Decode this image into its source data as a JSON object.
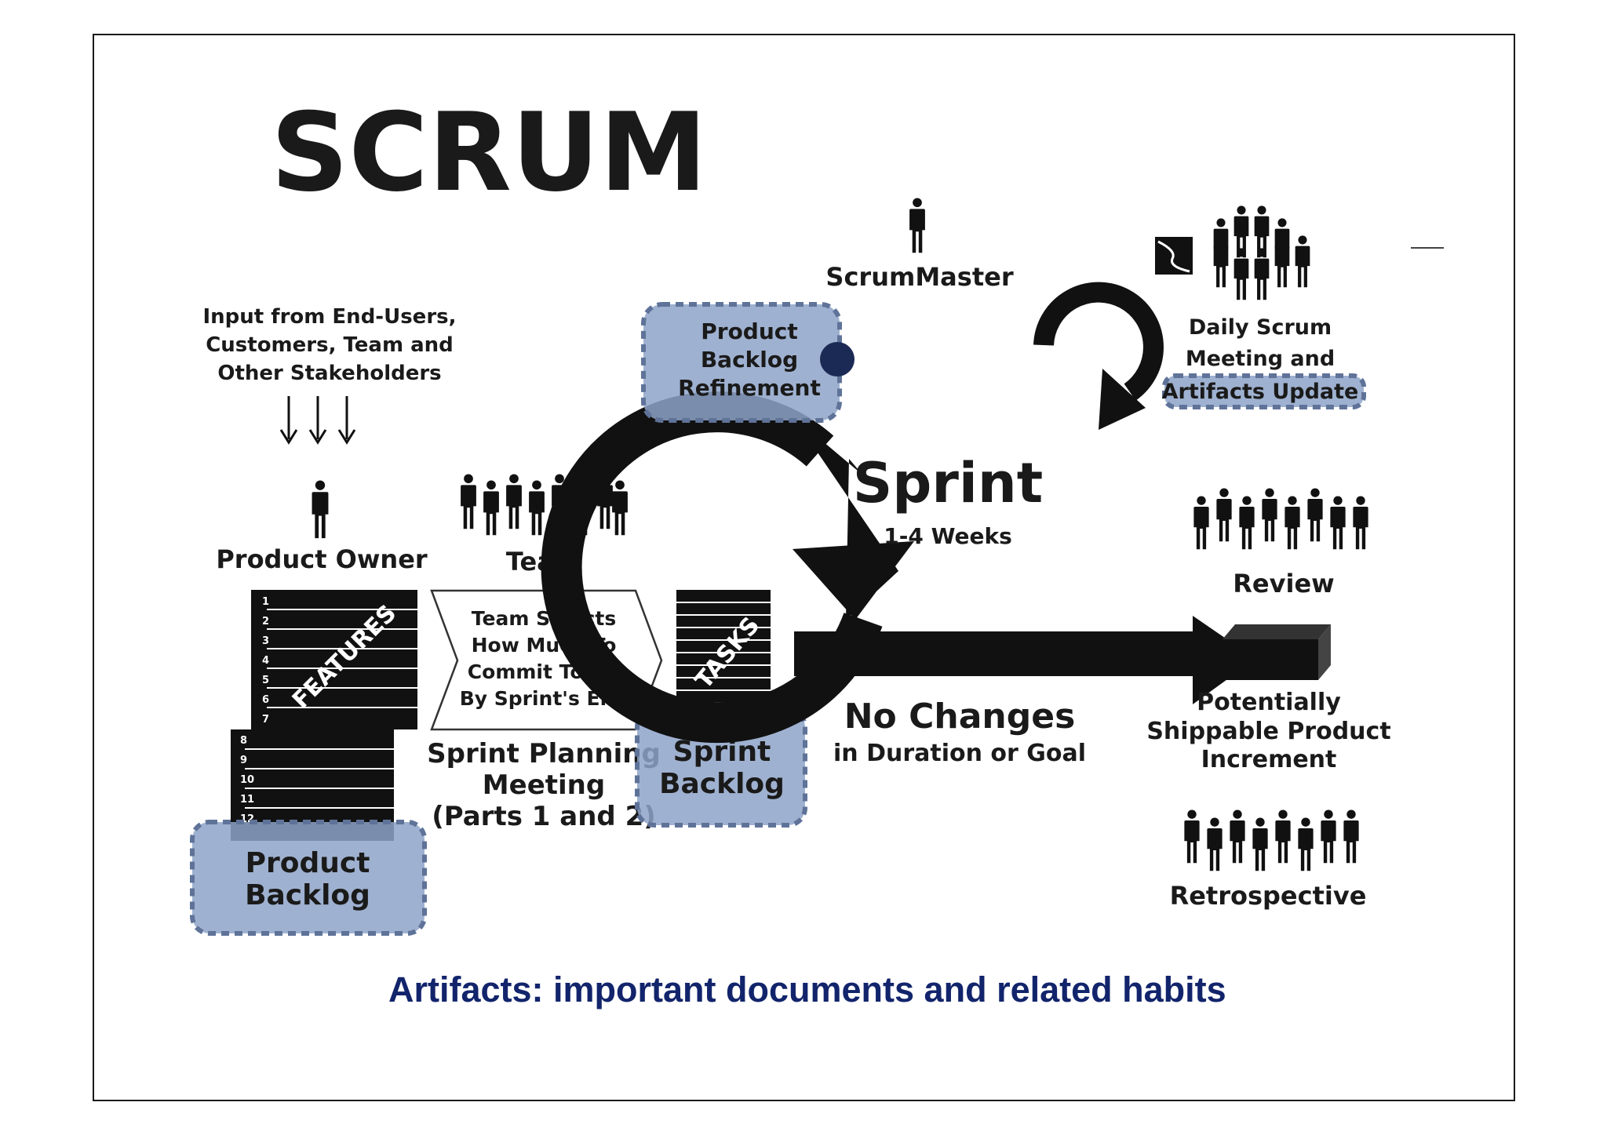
{
  "title": "SCRUM",
  "caption": "Artifacts: important documents and related habits",
  "input": {
    "lines": [
      "Input from End-Users,",
      "Customers, Team and",
      "Other Stakeholders"
    ]
  },
  "roles": {
    "product_owner": "Product Owner",
    "team": "Team",
    "scrum_master": "ScrumMaster"
  },
  "product_backlog": {
    "rows": [
      "1",
      "2",
      "3",
      "4",
      "5",
      "6",
      "7",
      "8",
      "9",
      "10",
      "11",
      "12"
    ],
    "stamp": "FEATURES",
    "label": [
      "Product",
      "Backlog"
    ]
  },
  "planning": {
    "arrow_lines": [
      "Team Selects",
      "How Much To",
      "Commit To Do",
      "By Sprint's End"
    ],
    "label": [
      "Sprint Planning",
      "Meeting",
      "(Parts 1 and 2)"
    ]
  },
  "sprint_backlog": {
    "stamp": "TASKS",
    "label": [
      "Sprint",
      "Backlog"
    ]
  },
  "refinement": {
    "lines": [
      "Product",
      "Backlog",
      "Refinement"
    ]
  },
  "sprint": {
    "title": "Sprint",
    "duration": "1-4 Weeks"
  },
  "no_changes": {
    "title": "No Changes",
    "subtitle": "in Duration or Goal"
  },
  "daily": {
    "lines": [
      "Daily Scrum",
      "Meeting and"
    ],
    "highlight": "Artifacts Update"
  },
  "review": "Review",
  "increment": {
    "lines": [
      "Potentially",
      "Shippable Product",
      "Increment"
    ]
  },
  "retrospective": "Retrospective",
  "colors": {
    "highlight": "#8ea3c8",
    "highlight_border": "#5f7399",
    "caption": "#12246b",
    "ink": "#111111"
  }
}
